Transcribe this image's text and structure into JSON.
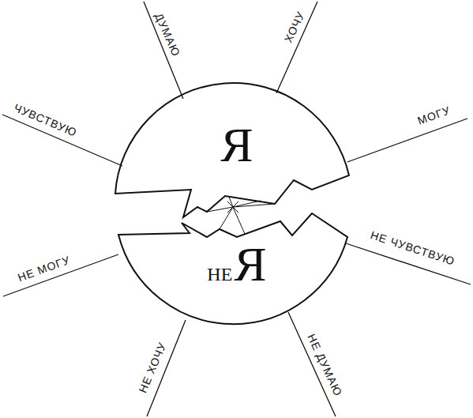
{
  "diagram": {
    "nodes": [
      {
        "text": [
          "Я"
        ]
      },
      {
        "text": [
          "НЕ",
          "Я"
        ]
      }
    ],
    "labels": [
      "ДУМАЮ",
      "ХОЧУ",
      "ЧУВСТВУЮ",
      "МОГУ",
      "НЕ МОГУ",
      "НЕ ЧУВСТВУЮ",
      "НЕ ХОЧУ",
      "НЕ ДУМАЮ"
    ]
  }
}
